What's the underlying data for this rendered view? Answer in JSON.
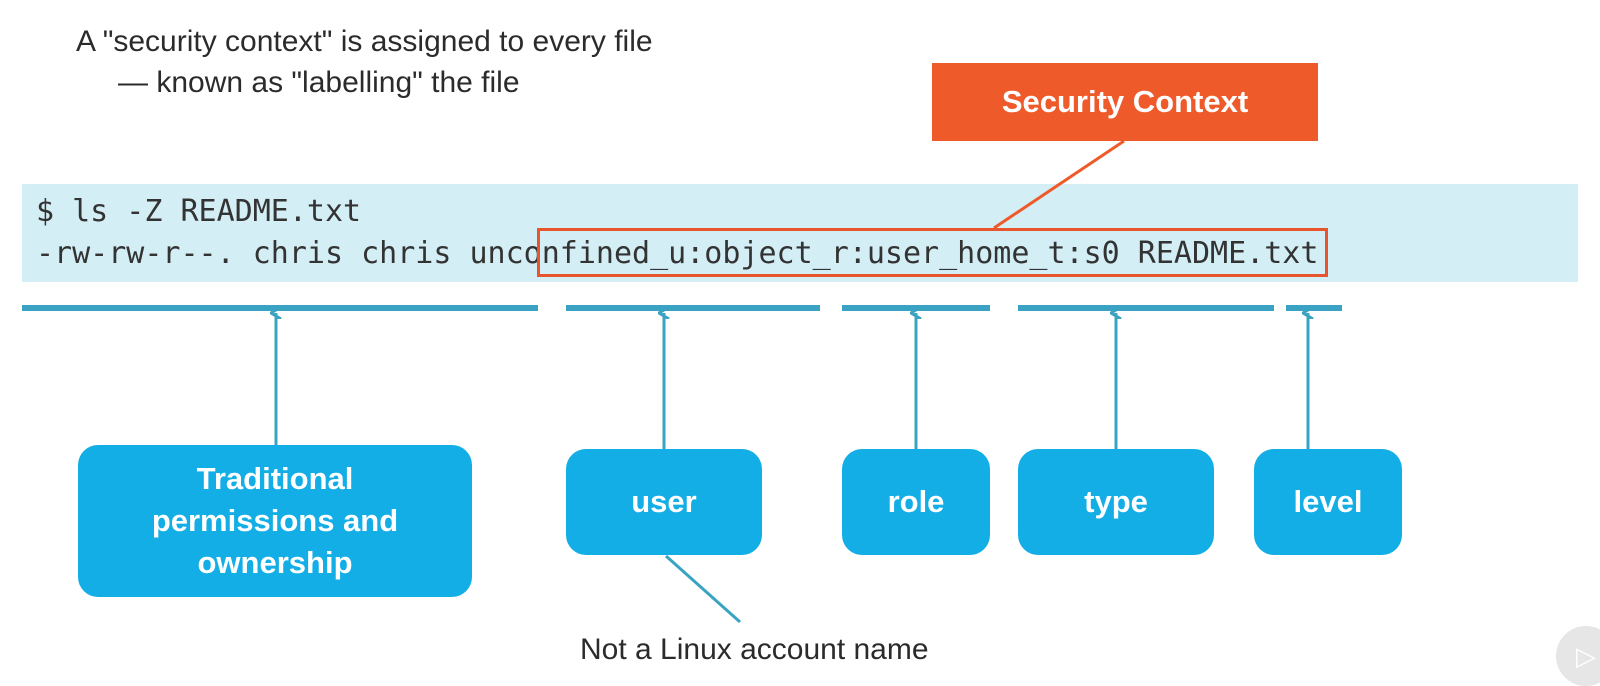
{
  "slide": {
    "heading": "A \"security context\" is assigned to every file",
    "subheading": "— known as \"labelling\" the file",
    "callout_label": "Security Context",
    "terminal": {
      "command": "$ ls -Z README.txt",
      "output_prefix": "-rw-rw-r--. chris chris ",
      "security_context": "unconfined_u:object_r:user_home_t:s0",
      "output_suffix": " README.txt"
    },
    "labels": {
      "traditional": "Traditional permissions and ownership",
      "user": "user",
      "role": "role",
      "type": "type",
      "level": "level"
    },
    "note": "Not a Linux account name",
    "play_icon": "play-icon"
  },
  "colors": {
    "callout": "#ef5a2b",
    "terminal_bg": "#d3eef5",
    "pill": "#14aee6",
    "bar": "#3aa3c4"
  }
}
